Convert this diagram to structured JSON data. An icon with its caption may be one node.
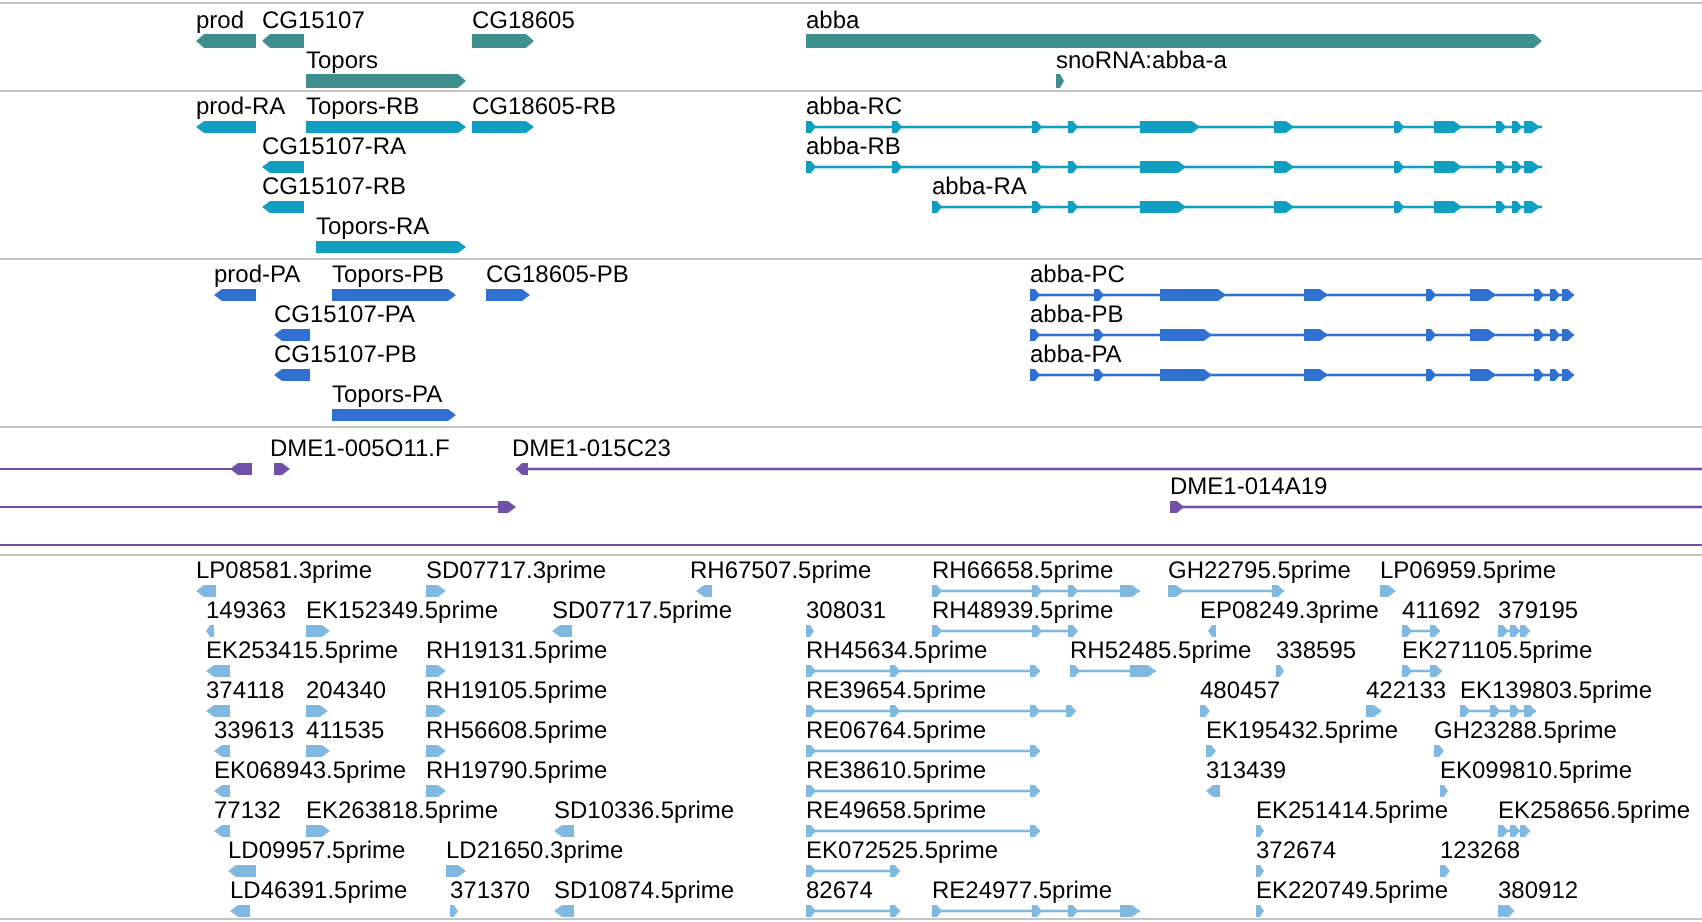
{
  "diagram": {
    "labels": [
      "prod",
      "CG15107",
      "CG18605",
      "abba",
      "Topors",
      "snoRNA:abba-a",
      "prod-RA",
      "Topors-RB",
      "CG18605-RB",
      "abba-RC",
      "CG15107-RA",
      "abba-RB",
      "CG15107-RB",
      "abba-RA",
      "Topors-RA",
      "prod-PA",
      "Topors-PB",
      "CG18605-PB",
      "abba-PC",
      "CG15107-PA",
      "abba-PB",
      "CG15107-PB",
      "abba-PA",
      "Topors-PA",
      "DME1-005O11.F",
      "DME1-015C23",
      "DME1-014A19",
      "LP08581.3prime",
      "SD07717.3prime",
      "RH67507.5prime",
      "RH66658.5prime",
      "GH22795.5prime",
      "LP06959.5prime",
      "149363",
      "EK152349.5prime",
      "SD07717.5prime",
      "308031",
      "RH48939.5prime",
      "EP08249.3prime",
      "411692",
      "379195",
      "EK253415.5prime",
      "RH19131.5prime",
      "RH45634.5prime",
      "RH52485.5prime",
      "338595",
      "EK271105.5prime",
      "374118",
      "204340",
      "RH19105.5prime",
      "RE39654.5prime",
      "480457",
      "422133",
      "EK139803.5prime",
      "339613",
      "411535",
      "RH56608.5prime",
      "RE06764.5prime",
      "EK195432.5prime",
      "GH23288.5prime",
      "EK068943.5prime",
      "RH19790.5prime",
      "RE38610.5prime",
      "313439",
      "EK099810.5prime",
      "77132",
      "EK263818.5prime",
      "SD10336.5prime",
      "RE49658.5prime",
      "EK251414.5prime",
      "EK258656.5prime",
      "LD09957.5prime",
      "LD21650.3prime",
      "EK072525.5prime",
      "372674",
      "123268",
      "LD46391.5prime",
      "371370",
      "SD10874.5prime",
      "82674",
      "RE24977.5prime",
      "EK220749.5prime",
      "380912"
    ]
  }
}
